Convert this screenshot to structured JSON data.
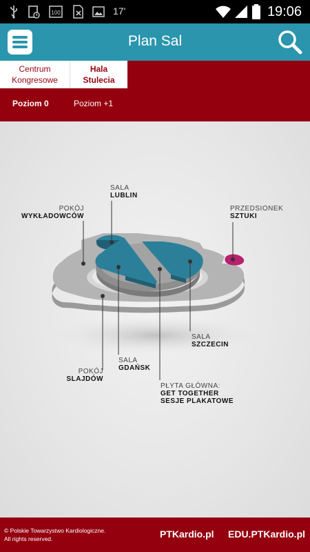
{
  "status_bar": {
    "time": "19:06",
    "temperature": "17'",
    "battery_badge": "100",
    "icons": [
      "usb-icon",
      "clipboard-icon",
      "battery-full-icon",
      "sim-off-icon",
      "image-icon",
      "wifi-icon",
      "signal-icon",
      "battery-icon"
    ]
  },
  "app_bar": {
    "title": "Plan Sal",
    "menu_icon": "hamburger-menu-icon",
    "search_icon": "search-icon",
    "color": "#2a95ad"
  },
  "tabs": [
    {
      "line1": "Centrum",
      "line2": "Kongresowe",
      "active": false
    },
    {
      "line1": "Hala",
      "line2": "Stulecia",
      "active": true
    }
  ],
  "levels": [
    {
      "label": "Poziom 0",
      "active": true
    },
    {
      "label": "Poziom +1",
      "active": false
    }
  ],
  "map": {
    "labels": {
      "lublin": {
        "top": "SALA",
        "bottom": "LUBLIN"
      },
      "wykladowcow": {
        "top": "POKÓJ",
        "bottom": "WYKŁADOWCÓW"
      },
      "sztuki": {
        "top": "PRZEDSIONEK",
        "bottom": "SZTUKI"
      },
      "szczecin": {
        "top": "SALA",
        "bottom": "SZCZECIN"
      },
      "gdansk": {
        "top": "SALA",
        "bottom": "GDAŃSK"
      },
      "slajdow": {
        "top": "POKÓJ",
        "bottom": "SLAJDÓW"
      },
      "plyta": {
        "top": "PŁYTA GŁÓWNA:",
        "bottom1": "GET TOGETHER",
        "bottom2": "SESJE PLAKATOWE"
      }
    },
    "colors": {
      "hall": "#2c7f99",
      "floor": "#8c8c8c",
      "accent": "#b8216e"
    }
  },
  "footer": {
    "copyright_line1": "© Polskie Towarzystwo Kardiologiczne.",
    "copyright_line2": "All rights reserved.",
    "link1": "PTKardio.pl",
    "link2": "EDU.PTKardio.pl",
    "color": "#95000f"
  }
}
